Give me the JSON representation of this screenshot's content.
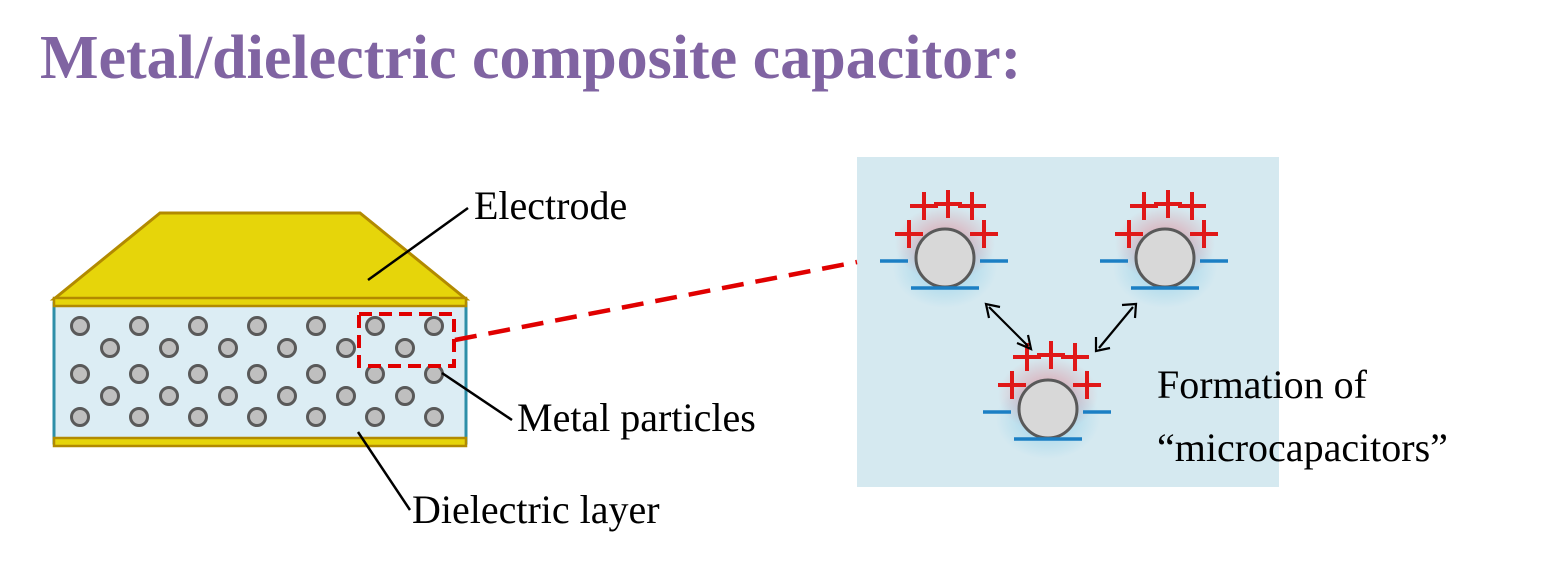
{
  "title": "Metal/dielectric composite capacitor:",
  "labels": {
    "electrode": "Electrode",
    "metal_particles": "Metal particles",
    "dielectric_layer": "Dielectric layer",
    "formation_line1": "Formation of",
    "formation_line2": "“microcapacitors”"
  },
  "charges": {
    "positive": "+",
    "negative": "−"
  },
  "colors": {
    "title": "#8064a2",
    "electrode_fill": "#e6d50a",
    "electrode_edge": "#b28a00",
    "dielectric_fill": "#dcedf4",
    "dielectric_edge": "#2e8fa8",
    "particle_fill": "#bfbfbf",
    "particle_edge": "#595959",
    "zoom_panel": "#d5e9f0",
    "highlight": "#e00000",
    "positive_charge": "#e01818",
    "negative_charge": "#1b7fc4"
  }
}
